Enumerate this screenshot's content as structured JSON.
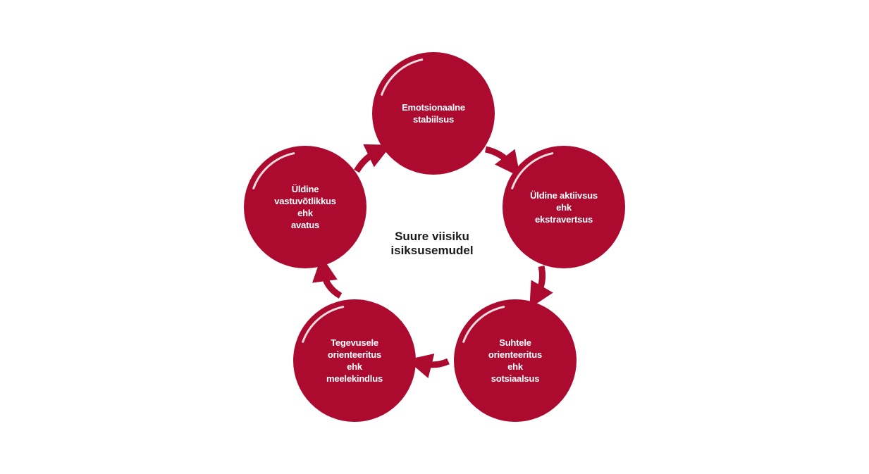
{
  "diagram": {
    "title": "Suure viisiku\nisiksusemudel",
    "node_color": "#ac0a2e",
    "arrow_color": "#ac0a2e",
    "nodes": [
      {
        "label": "Emotsionaalne\nstabiilsus"
      },
      {
        "label": "Üldine aktiivsus\nehk\nekstravertsus"
      },
      {
        "label": "Suhtele\norienteeritus\nehk\nsotsiaalsus"
      },
      {
        "label": "Tegevusele\norienteeritus\nehk\nmeelekindlus"
      },
      {
        "label": "Üldine\nvastuvõtlikkus\nehk\navatus"
      }
    ]
  }
}
